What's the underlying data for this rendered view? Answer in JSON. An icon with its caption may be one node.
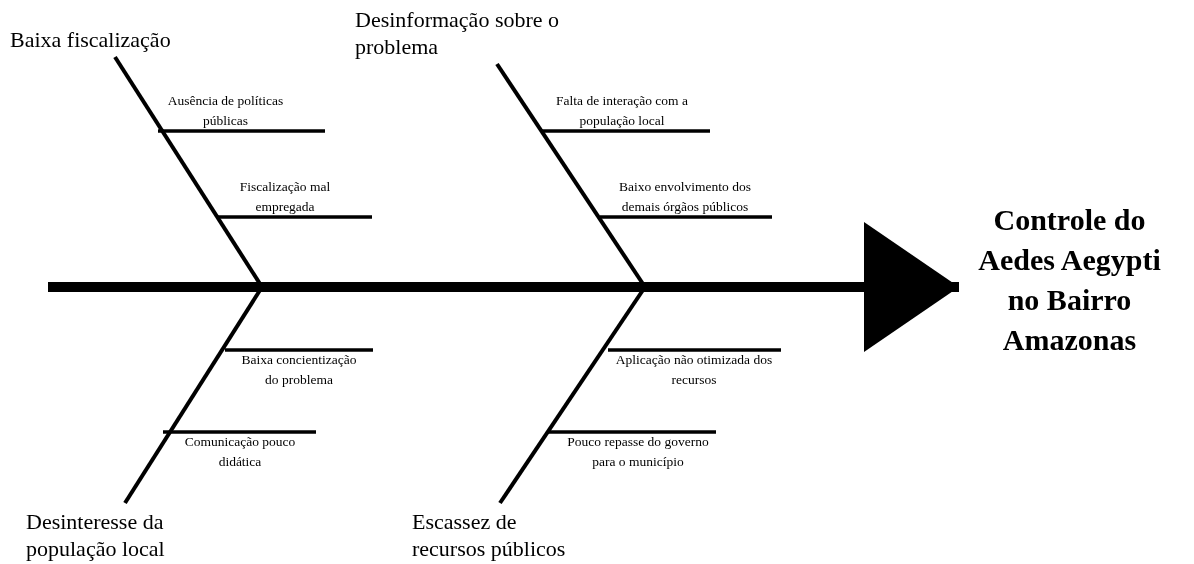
{
  "diagram": {
    "nodes": [
      {
        "text": [
          "Controle do Aedes Aegypti no Bairro Amazonas"
        ]
      },
      {
        "text": [
          "Baixa fiscalização"
        ]
      },
      {
        "text": [
          "Desinformação sobre o problema"
        ]
      },
      {
        "text": [
          "Desinteresse da população local"
        ]
      },
      {
        "text": [
          "Escassez de recursos públicos"
        ]
      },
      {
        "text": [
          "Ausência de políticas públicas"
        ]
      },
      {
        "text": [
          "Fiscalização mal empregada"
        ]
      },
      {
        "text": [
          "Falta de interação com a população local"
        ]
      },
      {
        "text": [
          "Baixo envolvimento dos demais órgãos públicos"
        ]
      },
      {
        "text": [
          "Baixa concientização do problema"
        ]
      },
      {
        "text": [
          "Comunicação pouco didática"
        ]
      },
      {
        "text": [
          "Aplicação não otimizada dos recursos"
        ]
      },
      {
        "text": [
          "Pouco repasse do governo para o município"
        ]
      }
    ],
    "edges": [
      {
        "from": null,
        "to": 0,
        "arrow": "to",
        "style": "thick"
      },
      {
        "from": 1,
        "to": null,
        "arrow": "none"
      },
      {
        "from": 2,
        "to": null,
        "arrow": "none"
      },
      {
        "from": 3,
        "to": null,
        "arrow": "none"
      },
      {
        "from": 4,
        "to": null,
        "arrow": "none"
      },
      {
        "from": 5,
        "to": null,
        "arrow": "none"
      },
      {
        "from": 6,
        "to": null,
        "arrow": "none"
      },
      {
        "from": 7,
        "to": null,
        "arrow": "none"
      },
      {
        "from": 8,
        "to": null,
        "arrow": "none"
      },
      {
        "from": 9,
        "to": null,
        "arrow": "none"
      },
      {
        "from": 10,
        "to": null,
        "arrow": "none"
      },
      {
        "from": 11,
        "to": null,
        "arrow": "none"
      },
      {
        "from": 12,
        "to": null,
        "arrow": "none"
      }
    ]
  }
}
